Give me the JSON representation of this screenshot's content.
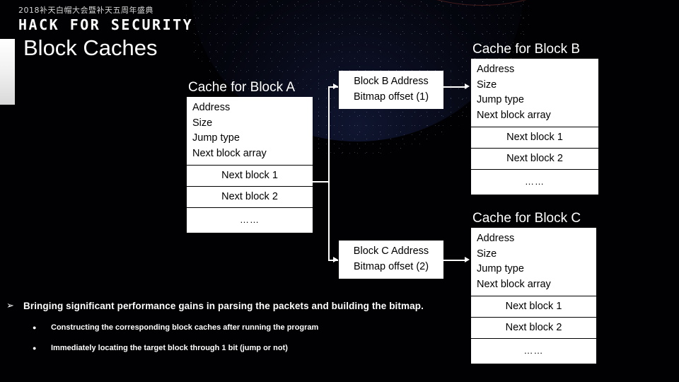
{
  "branding": {
    "chinese_line": "2018补天白帽大会暨补天五周年盛典",
    "english_line": "HACK FOR SECURITY"
  },
  "slide": {
    "title": "Block Caches"
  },
  "caches": {
    "a": {
      "heading": "Cache for Block A",
      "fields": [
        "Address",
        "Size",
        "Jump type",
        "Next block array"
      ],
      "rows": [
        "Next block 1",
        "Next block 2",
        "……"
      ]
    },
    "b": {
      "heading": "Cache for Block B",
      "fields": [
        "Address",
        "Size",
        "Jump type",
        "Next block array"
      ],
      "rows": [
        "Next block 1",
        "Next block 2",
        "……"
      ]
    },
    "c": {
      "heading": "Cache for Block C",
      "fields": [
        "Address",
        "Size",
        "Jump type",
        "Next block array"
      ],
      "rows": [
        "Next block 1",
        "Next block 2",
        "……"
      ]
    }
  },
  "address_boxes": {
    "b": {
      "line1": "Block B Address",
      "line2": "Bitmap offset  (1)"
    },
    "c": {
      "line1": "Block C Address",
      "line2": "Bitmap offset  (2)"
    }
  },
  "bullets": {
    "main": {
      "marker": "➢",
      "text": "Bringing significant performance gains in parsing the packets and building the bitmap."
    },
    "sub": [
      {
        "marker": "●",
        "text": "Constructing the corresponding block caches after running the program"
      },
      {
        "marker": "●",
        "text": "Immediately locating the target block through 1 bit (jump or not)"
      }
    ]
  },
  "colors": {
    "background": "#000000",
    "box_fill": "#ffffff",
    "box_text": "#000000",
    "heading_text": "#ffffff",
    "connector": "#ffffff",
    "ring_blue": "#2a4a9a",
    "ring_cyan": "#2f7fa8",
    "ring_green": "#4f8a42",
    "ring_orange": "#8b6030",
    "ring_red": "#7d2f2c"
  }
}
